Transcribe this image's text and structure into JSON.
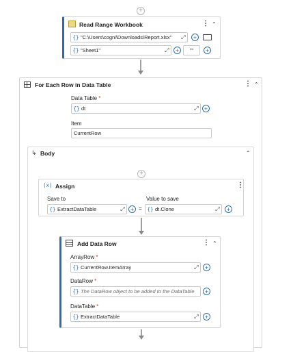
{
  "read_range": {
    "title": "Read Range Workbook",
    "path_value": "\"C:\\Users\\cogni\\Downloads\\Report.xlsx\"",
    "sheet_value": "\"Sheet1\"",
    "range_value": "\"\""
  },
  "for_each": {
    "title": "For Each Row in Data Table",
    "data_table_label": "Data Table",
    "data_table_value": "dt",
    "item_label": "Item",
    "item_value": "CurrentRow"
  },
  "body": {
    "title": "Body"
  },
  "assign": {
    "title": "Assign",
    "save_to_label": "Save to",
    "value_to_save_label": "Value to save",
    "save_to_value": "ExtractDataTable",
    "equals": "=",
    "value_value": "dt.Clone"
  },
  "add_data_row": {
    "title": "Add Data Row",
    "array_row_label": "ArrayRow",
    "array_row_value": "CurrentRow.ItemArray",
    "data_row_label": "DataRow",
    "data_row_placeholder": "The DataRow object to be added to the DataTable",
    "data_table_label": "DataTable",
    "data_table_value": "ExtractDataTable"
  },
  "common": {
    "required_mark": "*",
    "brace": "{}",
    "plus": "+",
    "kebab": "⋮",
    "collapse": "⌃"
  },
  "colors": {
    "accent": "#2b6cb0",
    "required": "#c0392b",
    "border": "#d4d4d4"
  }
}
